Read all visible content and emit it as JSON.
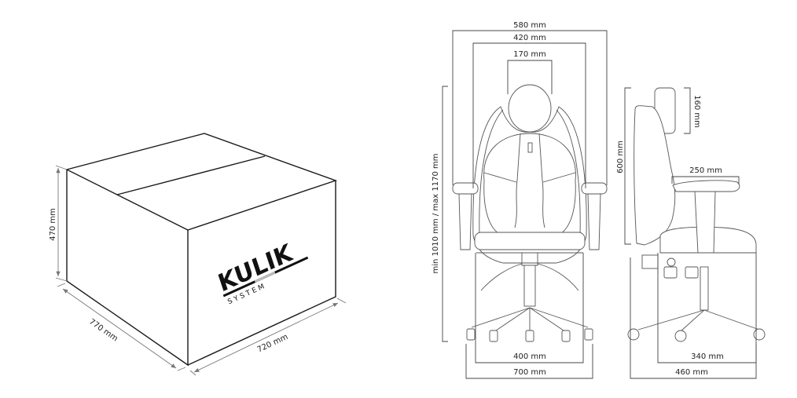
{
  "box": {
    "brand": "KULIK",
    "brand_sub": "S Y S T E M",
    "height_label": "470 mm",
    "depth_label": "770 mm",
    "width_label": "720 mm"
  },
  "front_view": {
    "overall_width": "580 mm",
    "back_width": "420 mm",
    "headrest_width": "170 mm",
    "height_range": "min 1010 mm / max 1170 mm",
    "seat_width": "400 mm",
    "base_width": "700 mm"
  },
  "side_view": {
    "back_height": "600 mm",
    "headrest_height": "160 mm",
    "armrest_length": "250 mm",
    "seat_depth": "340 mm",
    "overall_depth": "460 mm"
  },
  "colors": {
    "line": "#1a1a1a",
    "dimension": "#444444"
  }
}
